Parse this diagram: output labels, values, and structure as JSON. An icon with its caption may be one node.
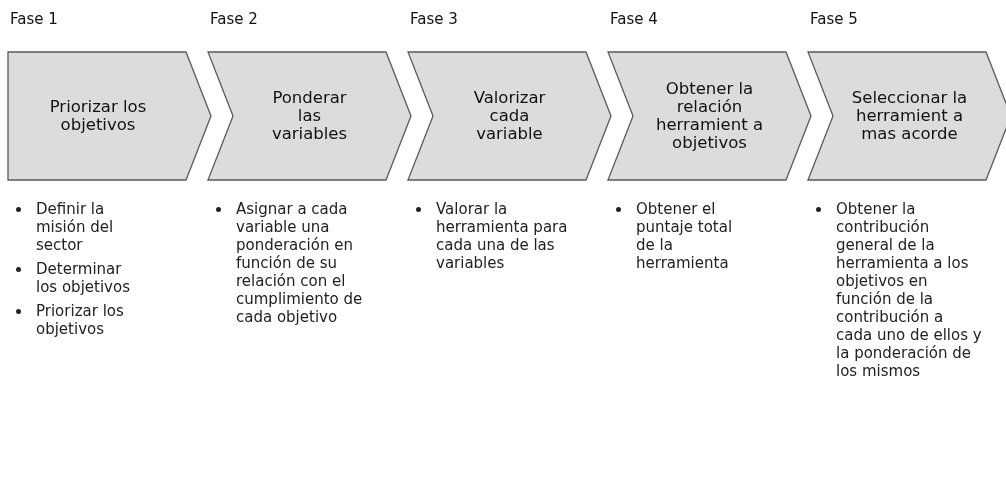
{
  "diagram": {
    "nodes": [
      {
        "text": [
          "Fase 1",
          "Priorizar los objetivos"
        ],
        "beside": [
          "Definir la misión del sector",
          "Determinar los objetivos",
          "Priorizar los objetivos"
        ]
      },
      {
        "text": [
          "Fase 2",
          "Ponderar las variables"
        ],
        "beside": [
          "Asignar a cada variable una ponderación en función de su relación con el cumplimiento de cada objetivo"
        ]
      },
      {
        "text": [
          "Fase 3",
          "Valorizar cada variable"
        ],
        "beside": [
          "Valorar la herramienta para cada una de las variables"
        ]
      },
      {
        "text": [
          "Fase 4",
          "Obtener la relación herramient a objetivos"
        ],
        "beside": [
          "Obtener el puntaje total de la herramienta"
        ]
      },
      {
        "text": [
          "Fase 5",
          "Seleccionar la herramient a mas acorde"
        ],
        "beside": [
          "Obtener la contribución general de la herramienta a los objetivos en función de la contribución a cada uno de ellos y la ponderación de los mismos"
        ]
      }
    ]
  }
}
